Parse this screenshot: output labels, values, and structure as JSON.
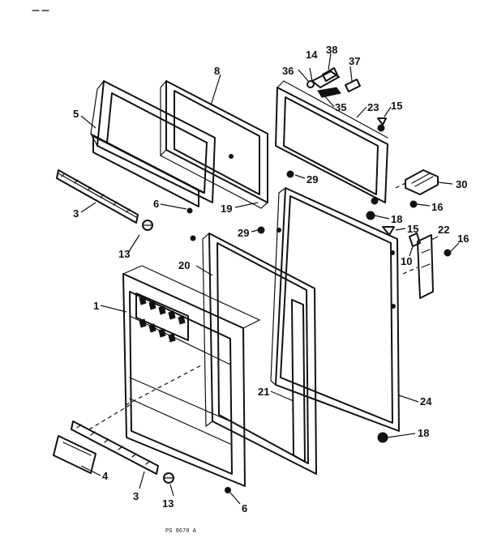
{
  "diagram": {
    "footer_code": "PS 8670 A",
    "callouts": {
      "c1": "1",
      "c3a": "3",
      "c3b": "3",
      "c4": "4",
      "c5": "5",
      "c6a": "6",
      "c6b": "6",
      "c8": "8",
      "c10": "10",
      "c13a": "13",
      "c13b": "13",
      "c14": "14",
      "c15a": "15",
      "c15b": "15",
      "c16a": "16",
      "c16b": "16",
      "c18a": "18",
      "c18b": "18",
      "c19": "19",
      "c20": "20",
      "c21": "21",
      "c22": "22",
      "c23": "23",
      "c24": "24",
      "c29a": "29",
      "c29b": "29",
      "c30": "30",
      "c35": "35",
      "c36": "36",
      "c37": "37",
      "c38": "38"
    }
  }
}
